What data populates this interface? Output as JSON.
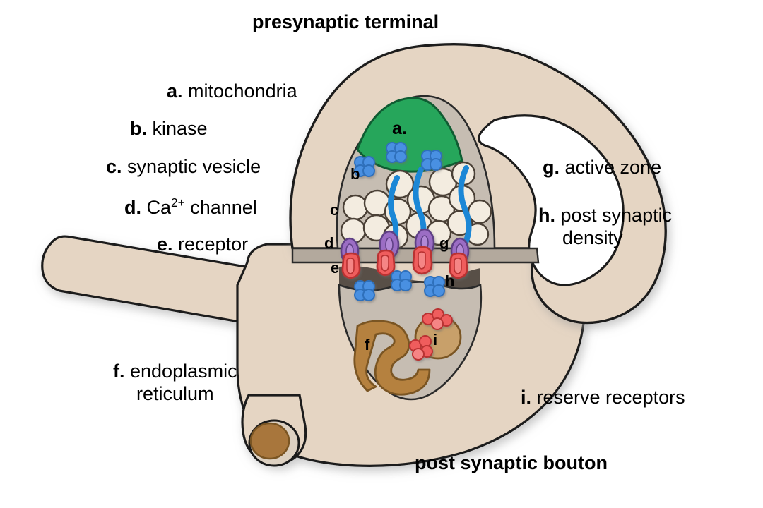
{
  "figure": {
    "kind": "synapse-diagram",
    "title_top": "presynaptic terminal",
    "title_bottom": "post synaptic bouton"
  },
  "legend": {
    "a": {
      "key": "a.",
      "text": " mitochondria"
    },
    "b": {
      "key": "b.",
      "text": " kinase"
    },
    "c": {
      "key": "c.",
      "text": " synaptic vesicle"
    },
    "d": {
      "key": "d.",
      "text": " Ca",
      "sup": "2+",
      "text2": " channel"
    },
    "e": {
      "key": "e.",
      "text": " receptor"
    },
    "f": {
      "key": "f.",
      "text": " endoplasmic",
      "line2": "reticulum"
    },
    "g": {
      "key": "g.",
      "text": " active zone"
    },
    "h": {
      "key": "h.",
      "text": " post synaptic",
      "line2": "density"
    },
    "i": {
      "key": "i.",
      "text": " reserve receptors"
    }
  },
  "callouts": {
    "a": "a.",
    "b": "b",
    "c": "c",
    "d": "d",
    "e": "e",
    "f": "f",
    "g": "g",
    "h": "h",
    "i": "i"
  },
  "colors": {
    "membrane": "#e5d5c3",
    "membrane_stroke": "#1a1a1a",
    "cytoplasm": "#c6bdb2",
    "cytoplasm_dark": "#b3a99d",
    "mitochondria": "#26a65b",
    "mitochondria_stroke": "#0f5c32",
    "vesicle": "#f3ece0",
    "vesicle_stroke": "#4a4036",
    "kinase": "#4a90e2",
    "kinase_stroke": "#2f6fbb",
    "ca_channel": "#9b6dc4",
    "ca_channel_stroke": "#5e3f85",
    "receptor": "#ef5d5d",
    "receptor_stroke": "#b93030",
    "psd": "#584f47",
    "er": "#b5813f",
    "er_stroke": "#7a5523",
    "filament": "#1b87d6",
    "reserve_vesicle": "#c8a06a",
    "background": "#ffffff"
  }
}
